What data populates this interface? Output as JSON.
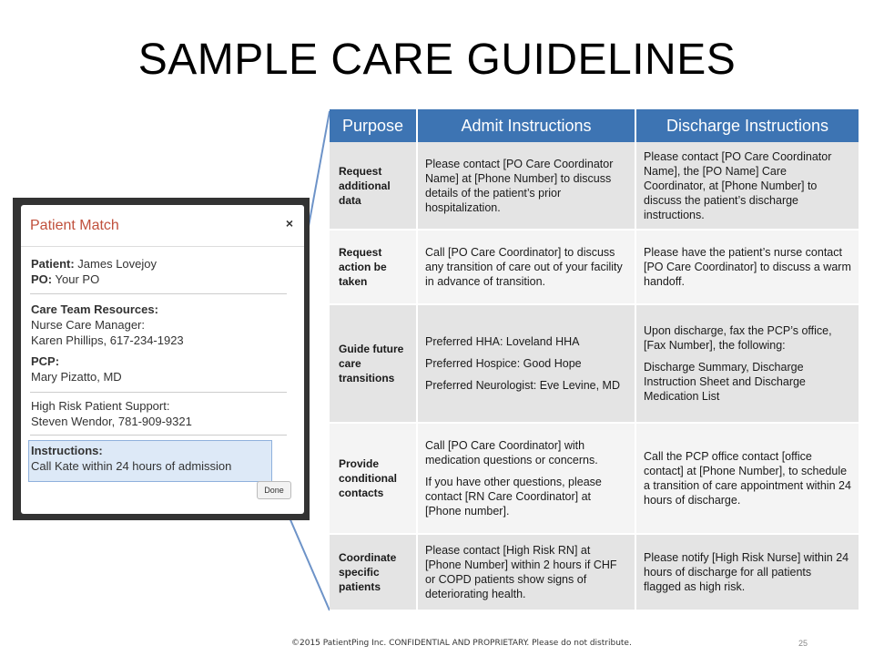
{
  "title": "SAMPLE CARE GUIDELINES",
  "table": {
    "headers": [
      "Purpose",
      "Admit Instructions",
      "Discharge Instructions"
    ],
    "rows": [
      {
        "purpose": "Request additional data",
        "admit": [
          "Please contact [PO Care Coordinator Name] at [Phone Number] to discuss details of the patient’s prior hospitalization."
        ],
        "discharge": [
          "Please contact [PO Care Coordinator Name], the [PO Name] Care Coordinator, at [Phone Number] to discuss the patient’s discharge instructions."
        ]
      },
      {
        "purpose": "Request action be taken",
        "admit": [
          "Call [PO Care Coordinator] to discuss any transition of care out of your facility in advance of transition."
        ],
        "discharge": [
          "Please have the patient’s nurse contact [PO Care Coordinator] to discuss a warm handoff."
        ]
      },
      {
        "purpose": "Guide future care transitions",
        "admit": [
          "Preferred HHA: Loveland HHA",
          "Preferred Hospice: Good Hope",
          "Preferred Neurologist: Eve Levine, MD"
        ],
        "discharge": [
          "Upon discharge, fax the PCP’s office, [Fax Number], the following:",
          "Discharge Summary, Discharge Instruction Sheet and Discharge Medication List"
        ]
      },
      {
        "purpose": "Provide conditional contacts",
        "admit": [
          "Call [PO Care Coordinator] with medication questions or concerns.",
          "If you have other questions, please contact [RN Care Coordinator] at [Phone number]."
        ],
        "discharge": [
          "Call the PCP office contact [office contact] at [Phone Number], to schedule a transition of care appointment within 24 hours of discharge."
        ]
      },
      {
        "purpose": "Coordinate specific patients",
        "admit": [
          "Please contact [High Risk RN] at [Phone Number] within 2 hours if CHF or COPD patients show signs of deteriorating health."
        ],
        "discharge": [
          "Please notify [High Risk Nurse] within 24 hours of discharge for all patients flagged as high risk."
        ]
      }
    ]
  },
  "panel": {
    "title": "Patient Match",
    "close_glyph": "×",
    "patient_label": "Patient:",
    "patient_value": "James Lovejoy",
    "po_label": "PO:",
    "po_value": "Your PO",
    "care_team_label": "Care Team Resources:",
    "care_team_line1": "Nurse Care Manager:",
    "care_team_line2": "Karen Phillips, 617-234-1923",
    "pcp_label": "PCP:",
    "pcp_value": "Mary Pizatto, MD",
    "high_risk_line1": "High Risk Patient Support:",
    "high_risk_line2": "Steven Wendor, 781-909-9321",
    "instructions_label": "Instructions:",
    "instructions_value": "Call Kate within 24 hours of admission",
    "done_label": "Done"
  },
  "colors": {
    "header_blue": "#3d74b3",
    "callout_line": "#6d93c8",
    "panel_title": "#c0503c"
  },
  "footer": {
    "text": "©2015 PatientPing Inc. CONFIDENTIAL AND PROPRIETARY. Please do not distribute.",
    "page_number": "25"
  }
}
